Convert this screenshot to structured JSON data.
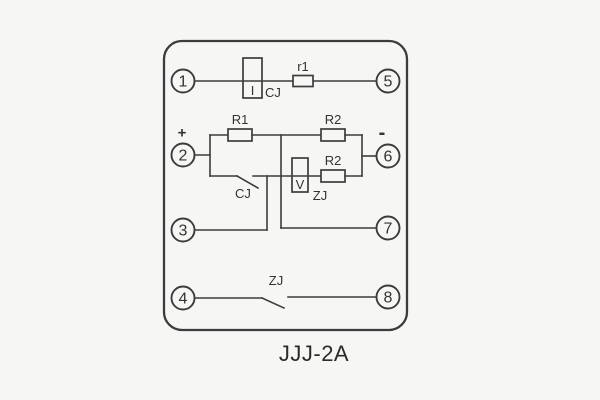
{
  "title": "JJJ-2A",
  "colors": {
    "background": "#f6f6f5",
    "line": "#3c3c3c",
    "text": "#333333",
    "title_text": "#2b2b2b"
  },
  "diagram": {
    "terminals": [
      {
        "label": "1"
      },
      {
        "label": "2"
      },
      {
        "label": "3"
      },
      {
        "label": "4"
      },
      {
        "label": "5"
      },
      {
        "label": "6"
      },
      {
        "label": "7"
      },
      {
        "label": "8"
      }
    ],
    "polarity": {
      "positive": "+",
      "negative": "-"
    },
    "components": {
      "current_coil": {
        "letter": "I",
        "name": "CJ"
      },
      "series_resistor": {
        "name": "r1"
      },
      "resistor_r1": {
        "name": "R1"
      },
      "resistor_r2_top": {
        "name": "R2"
      },
      "resistor_r2_bottom": {
        "name": "R2"
      },
      "voltage_coil": {
        "letter": "V",
        "name": "ZJ"
      },
      "cj_contact": {
        "name": "CJ"
      },
      "zj_contact": {
        "name": "ZJ"
      }
    }
  }
}
